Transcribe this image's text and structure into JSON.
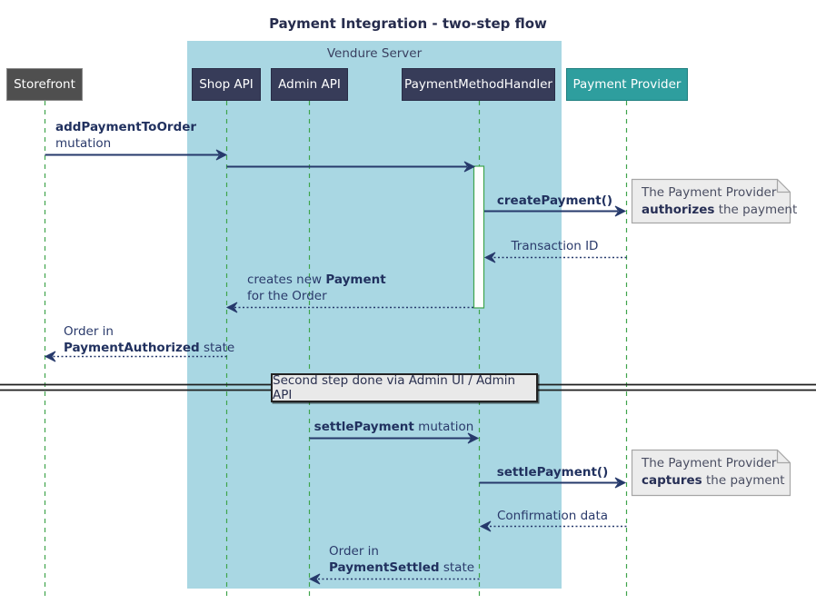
{
  "title": "Payment Integration - two-step flow",
  "frame": {
    "label": "Vendure Server"
  },
  "participants": {
    "storefront": "Storefront",
    "shop_api": "Shop API",
    "admin_api": "Admin API",
    "payment_method_handler": "PaymentMethodHandler",
    "payment_provider": "Payment Provider"
  },
  "messages": {
    "add_payment": {
      "bold": "addPaymentToOrder",
      "normal": "mutation"
    },
    "create_payment": {
      "bold": "createPayment()"
    },
    "transaction_id": {
      "text": "Transaction ID"
    },
    "creates_new": {
      "pre": "creates new ",
      "bold": "Payment",
      "line2": "for the Order"
    },
    "order_authorized": {
      "line1": "Order in",
      "bold": "PaymentAuthorized",
      "post": " state"
    },
    "settle_mutation": {
      "bold": "settlePayment",
      "post": " mutation"
    },
    "settle_call": {
      "bold": "settlePayment()"
    },
    "confirmation": {
      "text": "Confirmation data"
    },
    "order_settled": {
      "line1": "Order in",
      "bold": "PaymentSettled",
      "post": " state"
    }
  },
  "notes": {
    "authorize": {
      "line1": "The Payment Provider",
      "bold": "authorizes",
      "post": " the payment"
    },
    "capture": {
      "line1": "The Payment Provider",
      "bold": "captures",
      "post": " the payment"
    }
  },
  "divider": {
    "label": "Second step done via Admin UI / Admin API"
  },
  "colors": {
    "frame_bg": "#A9D7E3",
    "participant_navy": "#373C59",
    "participant_gray": "#4F4F4F",
    "participant_teal": "#2E9E9E",
    "lifeline_green": "#3FA44C",
    "arrow_navy": "#26396B",
    "note_bg": "#ECECEC",
    "note_border": "#A6A6A6",
    "divider_line": "#1E1E1E"
  }
}
